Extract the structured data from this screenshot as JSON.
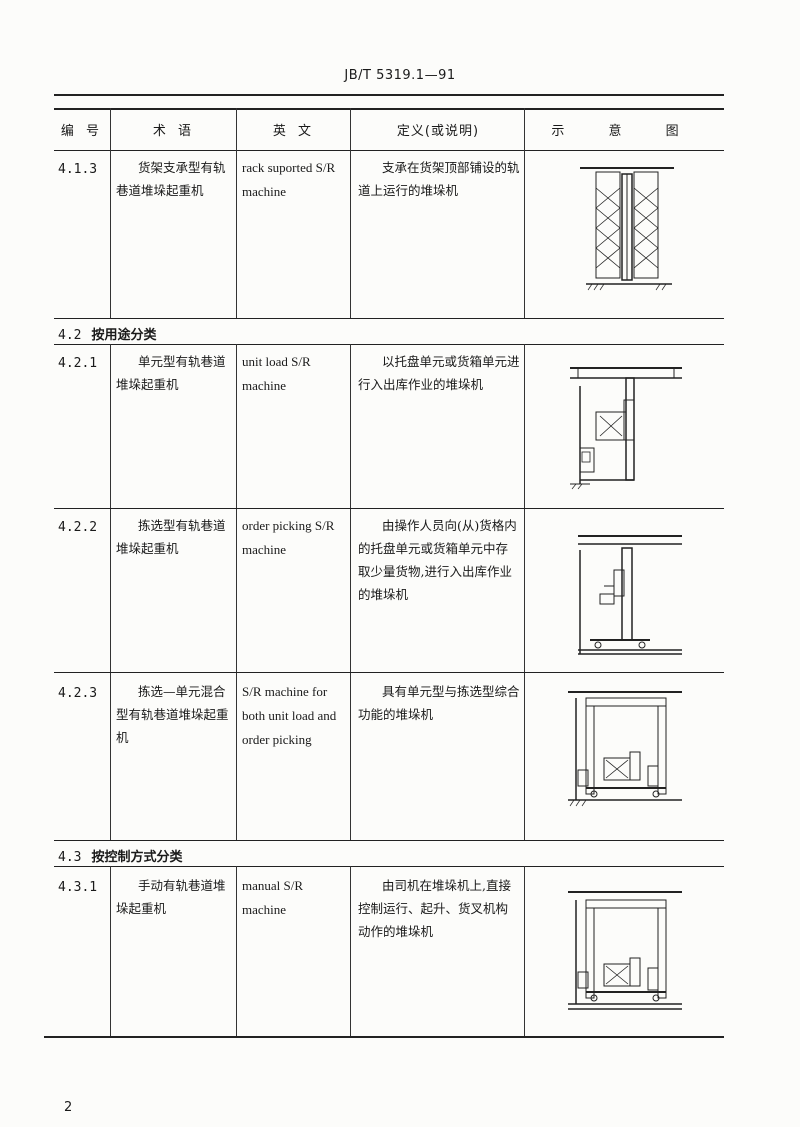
{
  "header": {
    "standard": "JB/T 5319.1—91"
  },
  "table_header": {
    "col_num": "编  号",
    "col_term": "术  语",
    "col_en": "英  文",
    "col_def": "定义(或说明)",
    "col_fig": "示  意  图"
  },
  "rows": [
    {
      "num": "4.1.3",
      "term": "货架支承型有轨巷道堆垛起重机",
      "en": "rack suported S/R machine",
      "def": "支承在货架顶部铺设的轨道上运行的堆垛机"
    },
    {
      "num": "4.2.1",
      "term": "单元型有轨巷道堆垛起重机",
      "en": "unit load S/R machine",
      "def": "以托盘单元或货箱单元进行入出库作业的堆垛机"
    },
    {
      "num": "4.2.2",
      "term": "拣选型有轨巷道堆垛起重机",
      "en": "order picking S/R machine",
      "def": "由操作人员向(从)货格内的托盘单元或货箱单元中存取少量货物,进行入出库作业的堆垛机"
    },
    {
      "num": "4.2.3",
      "term": "拣选—单元混合型有轨巷道堆垛起重机",
      "en": "S/R machine for both unit load and order picking",
      "def": "具有单元型与拣选型综合功能的堆垛机"
    },
    {
      "num": "4.3.1",
      "term": "手动有轨巷道堆垛起重机",
      "en": "manual S/R machine",
      "def": "由司机在堆垛机上,直接控制运行、起升、货叉机构动作的堆垛机"
    }
  ],
  "sections": [
    {
      "num": "4.2",
      "title": "按用途分类"
    },
    {
      "num": "4.3",
      "title": "按控制方式分类"
    }
  ],
  "page_number": "2"
}
